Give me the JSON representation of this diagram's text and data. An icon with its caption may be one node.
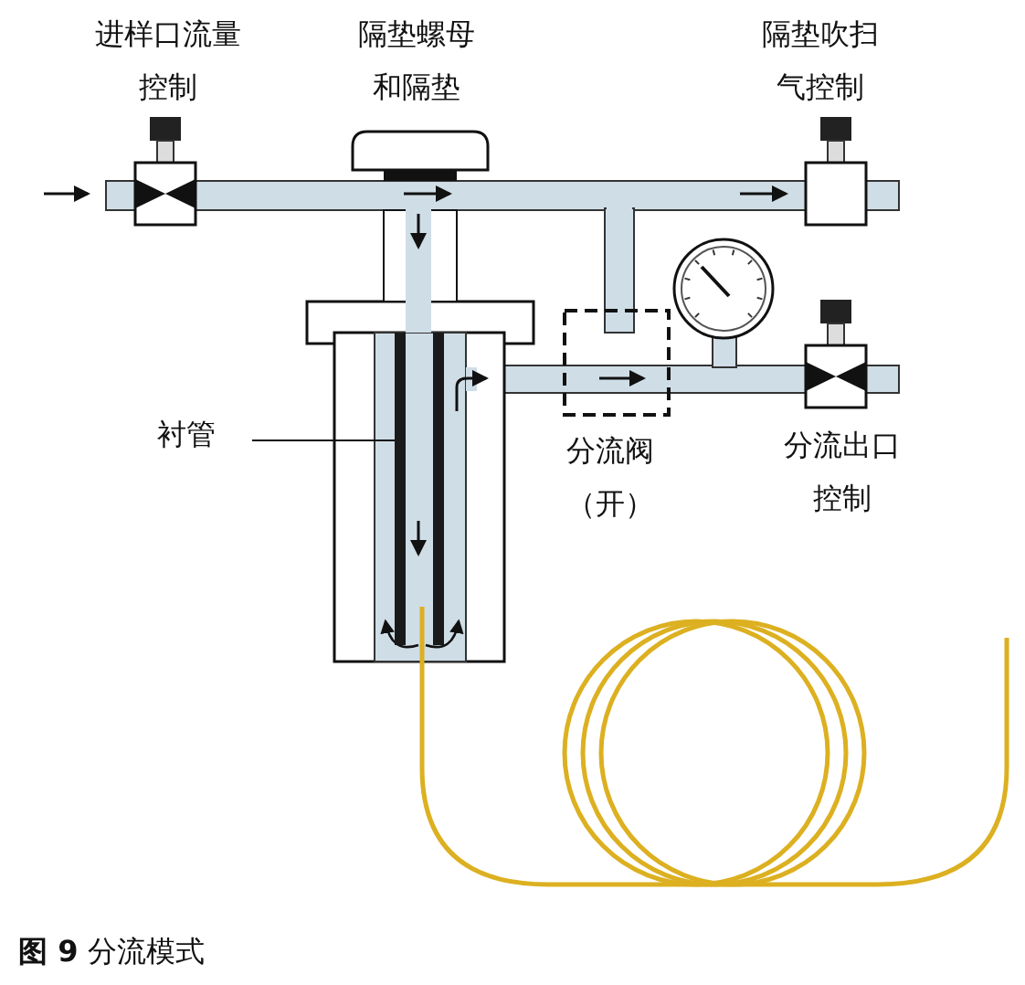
{
  "diagram": {
    "caption": "**图 9** 分流模式",
    "nodes": [
      {
        "text": [
          "衬管"
        ]
      },
      {
        "text": [],
        "shape": "bar"
      }
    ],
    "edges": [
      {
        "from": 0,
        "to": 1,
        "arrow": "none"
      }
    ],
    "labels": [
      "进样口流量控制",
      "隔垫螺母和隔垫",
      "隔垫吹扫气控制",
      "分流阀（开）",
      "分流出口控制"
    ]
  }
}
